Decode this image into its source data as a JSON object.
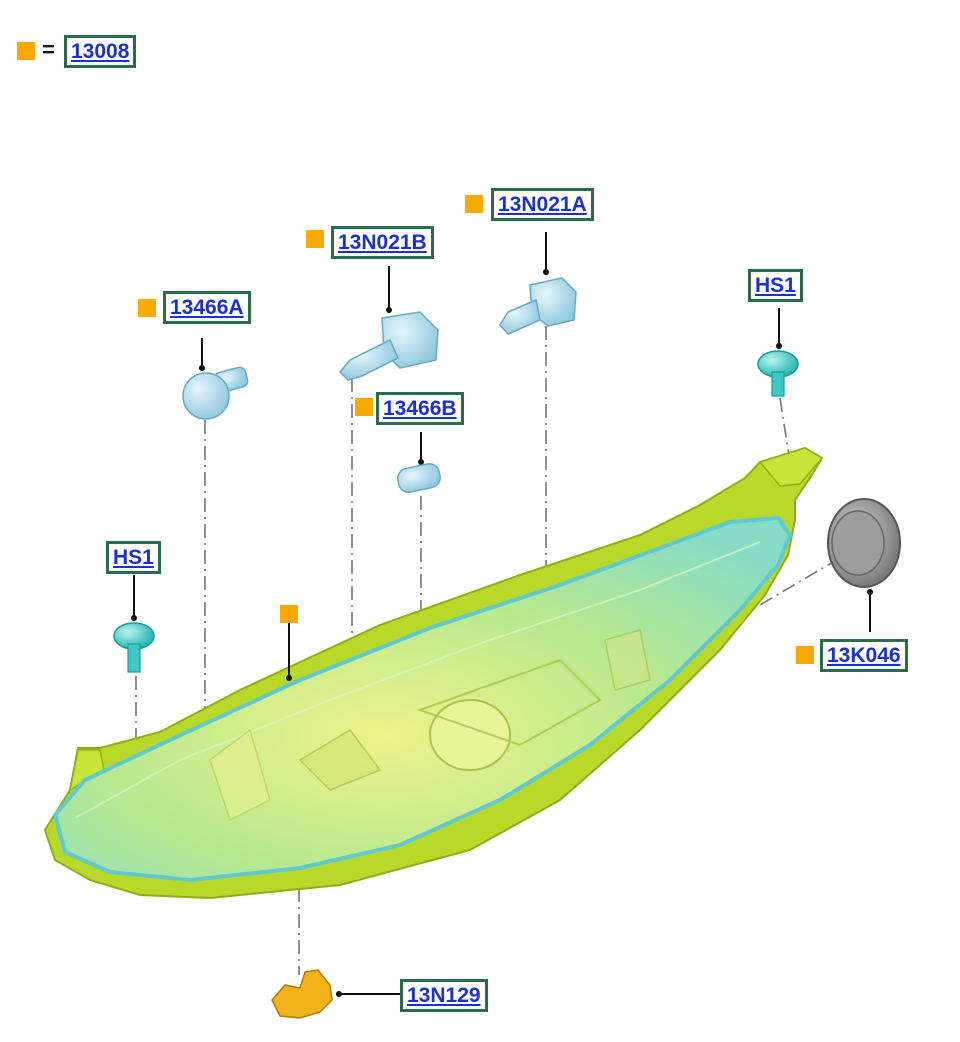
{
  "legend": {
    "symbol": "=",
    "part": "13008"
  },
  "callouts": {
    "bulb_13466a": "13466A",
    "bulb_13n021b": "13N021B",
    "bulb_13n021a": "13N021A",
    "bulb_13466b": "13466B",
    "screw_hs1_right": "HS1",
    "screw_hs1_left": "HS1",
    "cap_13k046": "13K046",
    "bracket_13n129": "13N129"
  },
  "colors": {
    "marker": "#f7a900",
    "label_text": "#1a2fd6",
    "label_border": "#2b6a4a",
    "housing": "#b9d92a",
    "lens": "#9fe6c8",
    "bulb": "#a9dcef",
    "screw": "#36c9c3",
    "cap": "#8a8a8a",
    "bracket": "#f2b21a"
  }
}
